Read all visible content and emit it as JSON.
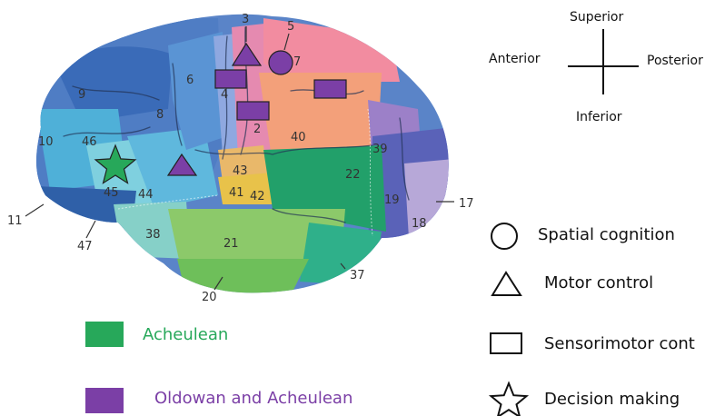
{
  "colors": {
    "acheulean": "#27a85a",
    "oldowan_acheulean": "#7b3fa6",
    "background": "#ffffff"
  },
  "orientation": {
    "superior": "Superior",
    "inferior": "Inferior",
    "anterior": "Anterior",
    "posterior": "Posterior"
  },
  "brodmann_areas": [
    "3",
    "5",
    "7",
    "6",
    "4",
    "9",
    "8",
    "2",
    "40",
    "10",
    "46",
    "39",
    "43",
    "22",
    "45",
    "44",
    "41",
    "42",
    "19",
    "17",
    "11",
    "18",
    "47",
    "38",
    "21",
    "37",
    "20"
  ],
  "legend_colors": [
    {
      "label": "Acheulean",
      "color": "#27a85a"
    },
    {
      "label": "Oldowan and Acheulean",
      "color": "#7b3fa6"
    }
  ],
  "legend_symbols": [
    {
      "label": "Spatial cognition",
      "icon": "circle-icon"
    },
    {
      "label": "Motor control",
      "icon": "triangle-icon"
    },
    {
      "label": "Sensorimotor cont",
      "icon": "rectangle-icon"
    },
    {
      "label": "Decision making",
      "icon": "star-icon"
    }
  ]
}
